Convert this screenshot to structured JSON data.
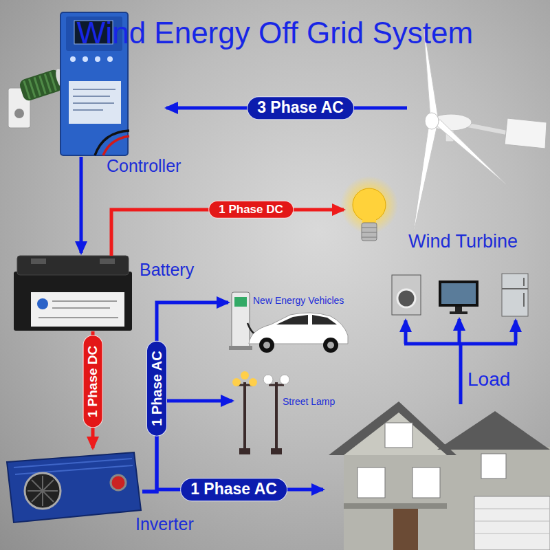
{
  "diagram": {
    "title": "Wind Energy Off Grid System",
    "nodes": [
      {
        "text": [
          "Controller"
        ]
      },
      {
        "text": [
          "Wind Turbine"
        ]
      },
      {
        "text": [
          "Battery"
        ]
      },
      {
        "text": [
          "New Energy Vehicles"
        ]
      },
      {
        "text": [
          "Street Lamp"
        ]
      },
      {
        "text": [
          "Inverter"
        ]
      }
    ],
    "edges": [
      {
        "from": 1,
        "to": 0,
        "arrow": "to",
        "label": "3 Phase AC"
      },
      {
        "from": 0,
        "to": 2,
        "arrow": "to"
      },
      {
        "from": 2,
        "to": 5,
        "arrow": "to",
        "label": "1 Phase DC"
      },
      {
        "from": 5,
        "to": 3,
        "arrow": "to",
        "label": "1 Phase AC"
      },
      {
        "from": 5,
        "to": 4,
        "arrow": "to"
      }
    ],
    "labels": [
      "1 Phase DC",
      "1 Phase AC",
      "Load"
    ]
  }
}
